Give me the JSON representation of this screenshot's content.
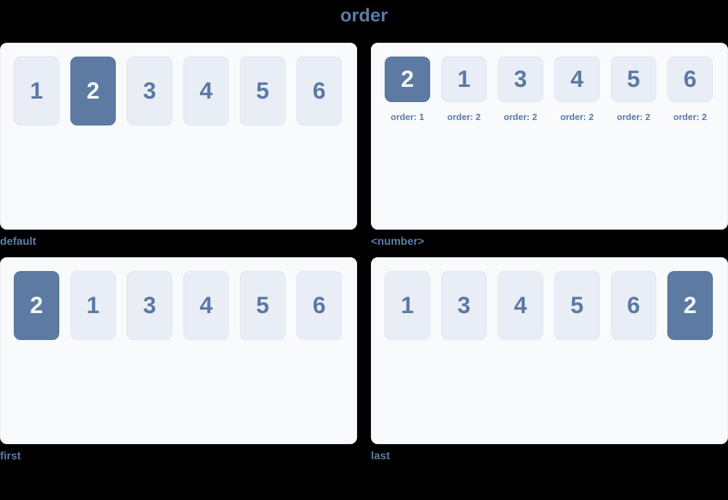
{
  "page": {
    "title": "order"
  },
  "colors": {
    "page_background": "#000000",
    "accent_text": "#5d7ba6",
    "panel_background": "#f8fafc",
    "panel_border": "#e9edf3",
    "box_background": "#e9edf6",
    "box_border": "#dfe5f0",
    "box_text": "#5b79a3",
    "highlight_background": "#5d7aa2",
    "highlight_text": "#f1f5f9"
  },
  "demos": [
    {
      "caption": "default",
      "items": [
        {
          "label": "1",
          "highlight": false
        },
        {
          "label": "2",
          "highlight": true
        },
        {
          "label": "3",
          "highlight": false
        },
        {
          "label": "4",
          "highlight": false
        },
        {
          "label": "5",
          "highlight": false
        },
        {
          "label": "6",
          "highlight": false
        }
      ]
    },
    {
      "caption": "<number>",
      "items": [
        {
          "label": "2",
          "highlight": true,
          "order_label": "order: 1"
        },
        {
          "label": "1",
          "highlight": false,
          "order_label": "order: 2"
        },
        {
          "label": "3",
          "highlight": false,
          "order_label": "order: 2"
        },
        {
          "label": "4",
          "highlight": false,
          "order_label": "order: 2"
        },
        {
          "label": "5",
          "highlight": false,
          "order_label": "order: 2"
        },
        {
          "label": "6",
          "highlight": false,
          "order_label": "order: 2"
        }
      ]
    },
    {
      "caption": "first",
      "items": [
        {
          "label": "2",
          "highlight": true
        },
        {
          "label": "1",
          "highlight": false
        },
        {
          "label": "3",
          "highlight": false
        },
        {
          "label": "4",
          "highlight": false
        },
        {
          "label": "5",
          "highlight": false
        },
        {
          "label": "6",
          "highlight": false
        }
      ]
    },
    {
      "caption": "last",
      "items": [
        {
          "label": "1",
          "highlight": false
        },
        {
          "label": "3",
          "highlight": false
        },
        {
          "label": "4",
          "highlight": false
        },
        {
          "label": "5",
          "highlight": false
        },
        {
          "label": "6",
          "highlight": false
        },
        {
          "label": "2",
          "highlight": true
        }
      ]
    }
  ]
}
